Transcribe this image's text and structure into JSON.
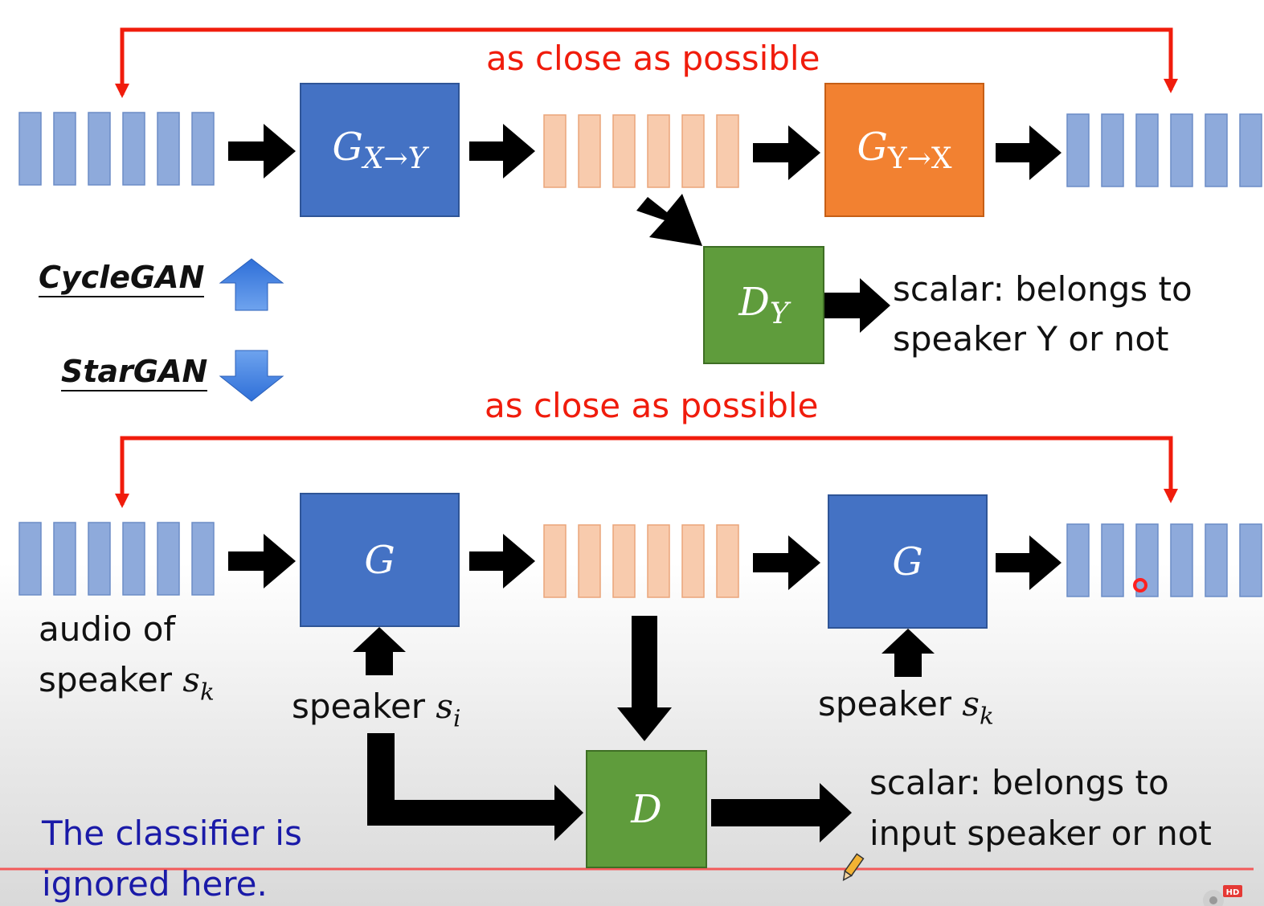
{
  "top_caption": "as close as possible",
  "bottom_caption": "as close as possible",
  "labels": {
    "cyclegan": "CycleGAN",
    "stargan": "StarGAN"
  },
  "top_row": {
    "generator_xy": {
      "base": "G",
      "sub": "X→Y"
    },
    "generator_yx": {
      "base": "G",
      "sub": "Y→X"
    },
    "discriminator": {
      "base": "D",
      "sub": "Y"
    },
    "disc_output_line1": "scalar: belongs to",
    "disc_output_line2": "speaker Y or not"
  },
  "bottom_row": {
    "generator_1": "G",
    "generator_2": "G",
    "discriminator": "D",
    "input_line1": "audio of",
    "input_line2_prefix": "speaker ",
    "input_var": {
      "base": "s",
      "sub": "k"
    },
    "cond_1_prefix": "speaker ",
    "cond_1_var": {
      "base": "s",
      "sub": "i"
    },
    "cond_2_prefix": "speaker ",
    "cond_2_var": {
      "base": "s",
      "sub": "k"
    },
    "disc_output_line1": "scalar: belongs to",
    "disc_output_line2": "input speaker or not"
  },
  "note": {
    "line1": "The classifier is",
    "line2": "ignored here."
  },
  "video_overlay": {
    "hd_badge": "HD"
  },
  "colors": {
    "blue_bar": "#8eaadb",
    "orange_bar": "#f8cbad",
    "generator_blue": "#4472c4",
    "generator_orange": "#f28131",
    "disc_green": "#5f9c3c",
    "arrow_red": "#f01c0c",
    "note_blue": "#1a1aa8"
  }
}
